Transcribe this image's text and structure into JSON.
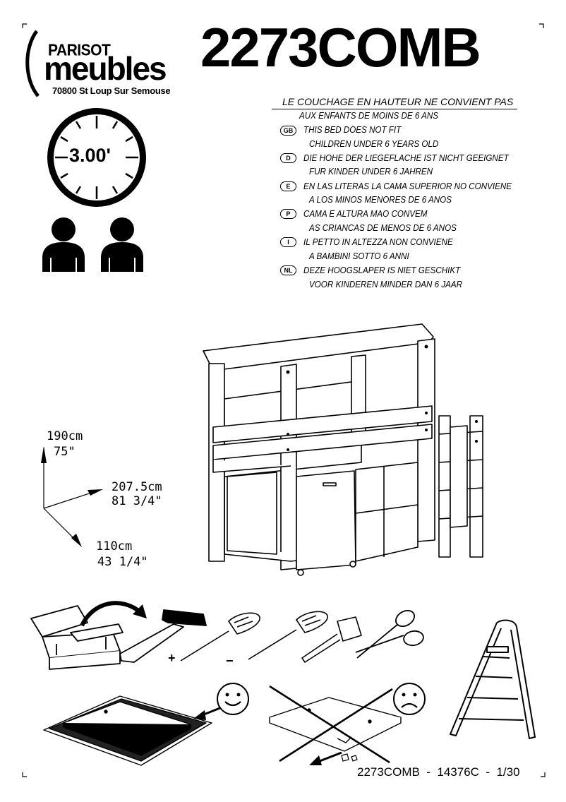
{
  "brand": {
    "name_top": "PARISOT",
    "name_bottom": "meubles",
    "address": "70800 St Loup Sur Semouse"
  },
  "model": "2273COMB",
  "assembly_time": "3.00'",
  "warning": {
    "title": "LE COUCHAGE EN HAUTEUR NE CONVIENT PAS",
    "fr_line2": "AUX ENFANTS DE MOINS DE 6 ANS",
    "languages": [
      {
        "code": "GB",
        "line1": "THIS BED DOES NOT FIT",
        "line2": "CHILDREN UNDER 6 YEARS OLD"
      },
      {
        "code": "D",
        "line1": "DIE HOHE DER LIEGEFLACHE IST NICHT GEEIGNET",
        "line2": "FUR KINDER UNDER 6 JAHREN"
      },
      {
        "code": "E",
        "line1": "EN LAS LITERAS LA CAMA SUPERIOR NO CONVIENE",
        "line2": "A LOS MINOS MENORES DE 6 ANOS"
      },
      {
        "code": "P",
        "line1": "CAMA E ALTURA MAO CONVEM",
        "line2": "AS CRIANCAS DE MENOS DE 6 ANOS"
      },
      {
        "code": "I",
        "line1": "IL PETTO IN ALTEZZA NON CONVIENE",
        "line2": "A BAMBINI SOTTO 6 ANNI"
      },
      {
        "code": "NL",
        "line1": "DEZE HOOGSLAPER IS NIET GESCHIKT",
        "line2": "VOOR KINDEREN MINDER DAN 6 JAAR"
      }
    ]
  },
  "dimensions": {
    "height_cm": "190cm",
    "height_in": "75\"",
    "length_cm": "207.5cm",
    "length_in": "81 3/4\"",
    "depth_cm": "110cm",
    "depth_in": "43 1/4\""
  },
  "tools": {
    "plus_sign": "+",
    "minus_sign": "−"
  },
  "icons": [
    "clock-icon",
    "person-icon",
    "toolbox-icon",
    "hammer-icon",
    "screwdriver-icon",
    "tape-measure-icon",
    "scissors-icon",
    "ladder-icon",
    "happy-face-icon",
    "sad-face-icon"
  ],
  "footer": "2273COMB  -  14376C  -  1/30"
}
